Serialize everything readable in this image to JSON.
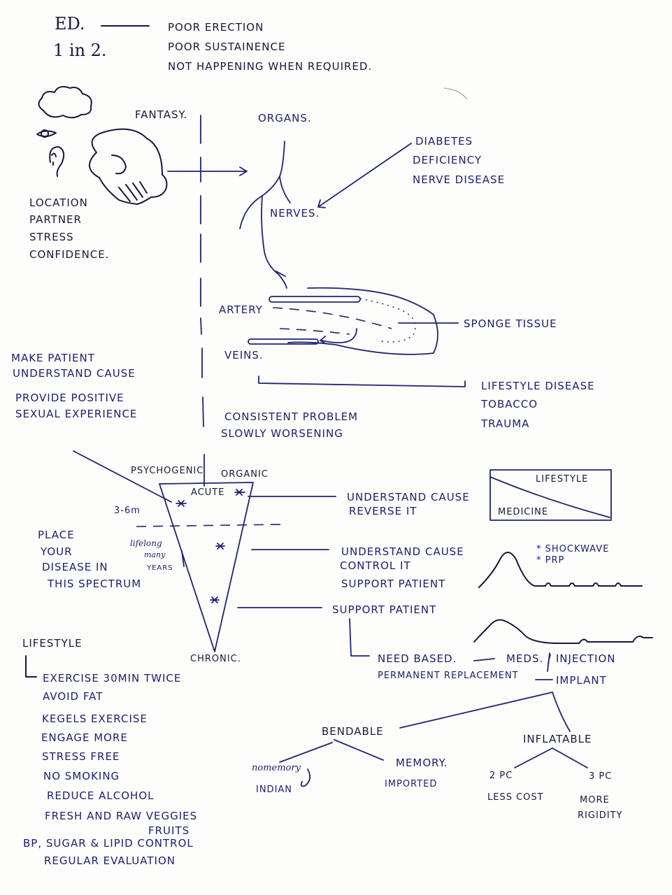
{
  "ink_colors": {
    "blue": "#1f2372",
    "black": "#15183f",
    "paper": "#fdfdfb"
  },
  "header": {
    "abbrev": "ED.",
    "prevalence": "1 in 2.",
    "definition": [
      "POOR ERECTION",
      "POOR SUSTAINENCE",
      "NOT HAPPENING WHEN REQUIRED."
    ]
  },
  "psychogenic_side": {
    "fantasy_label": "FANTASY.",
    "factors": [
      "LOCATION",
      "PARTNER",
      "STRESS",
      "CONFIDENCE."
    ],
    "icons": [
      "thought-cloud",
      "eye",
      "ear",
      "brain"
    ]
  },
  "organic_side": {
    "organs_label": "ORGANS.",
    "nerves_label": "NERVES.",
    "nerve_causes": [
      "DIABETES",
      "DEFICIENCY",
      "NERVE DISEASE"
    ],
    "artery_label": "ARTERY",
    "veins_label": "VEINS.",
    "sponge_label": "SPONGE TISSUE",
    "vascular_causes": [
      "LIFESTYLE DISEASE",
      "TOBACCO",
      "TRAUMA"
    ]
  },
  "psychogenic_management": [
    "MAKE PATIENT",
    "UNDERSTAND CAUSE",
    "PROVIDE POSITIVE",
    "SEXUAL EXPERIENCE"
  ],
  "organic_course": [
    "CONSISTENT PROBLEM",
    "SLOWLY WORSENING"
  ],
  "spectrum": {
    "left_label": "PSYCHOGENIC",
    "right_label": "ORGANIC",
    "top_label": "ACUTE",
    "bottom_label": "CHRONIC.",
    "acute_duration": "3-6m",
    "lifelong_note": [
      "lifelong",
      "many",
      "YEARS"
    ],
    "instruction": [
      "PLACE",
      "YOUR",
      "DISEASE IN",
      "THIS SPECTRUM"
    ],
    "levels": [
      {
        "lines": [
          "UNDERSTAND CAUSE",
          "REVERSE IT"
        ]
      },
      {
        "lines": [
          "UNDERSTAND CAUSE",
          "CONTROL IT",
          "SUPPORT PATIENT"
        ]
      },
      {
        "lines": [
          "SUPPORT PATIENT"
        ]
      }
    ]
  },
  "balance_box": {
    "top": "LIFESTYLE",
    "bottom": "MEDICINE"
  },
  "therapies": [
    "* SHOCKWAVE",
    "* PRP"
  ],
  "treatment": {
    "need_based": "NEED BASED.",
    "need_based_options": "MEDS. / INJECTION",
    "permanent": "PERMANENT REPLACEMENT",
    "permanent_option": "IMPLANT"
  },
  "implants": {
    "bendable": {
      "label": "BENDABLE",
      "types": [
        {
          "name": "nomemory",
          "origin": "INDIAN"
        },
        {
          "name": "MEMORY.",
          "origin": "IMPORTED"
        }
      ]
    },
    "inflatable": {
      "label": "INFLATABLE",
      "types": [
        {
          "name": "2 PC",
          "note": "LESS COST"
        },
        {
          "name": "3 PC",
          "note": [
            "MORE",
            "RIGIDITY"
          ]
        }
      ]
    }
  },
  "lifestyle": {
    "heading": "LIFESTYLE",
    "items": [
      "EXERCISE 30MIN TWICE",
      "AVOID FAT",
      "KEGELS EXERCISE",
      "ENGAGE MORE",
      "STRESS FREE",
      "NO SMOKING",
      "REDUCE ALCOHOL",
      "FRESH AND RAW VEGGIES",
      "FRUITS",
      "BP, SUGAR & LIPID CONTROL",
      "REGULAR EVALUATION"
    ]
  }
}
